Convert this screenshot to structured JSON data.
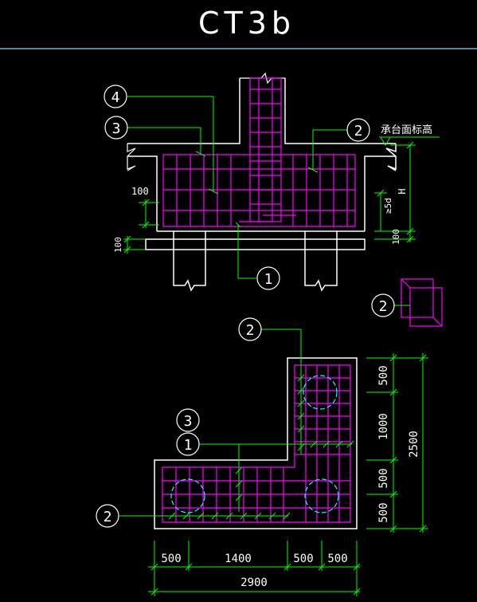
{
  "title": "CT3b",
  "colors": {
    "background": "#000000",
    "outline": "#ffffff",
    "rebar": "#ff00ff",
    "leader": "#00ff00",
    "pile": "#00ffff",
    "dimension": "#00ff00",
    "text": "#ffffff"
  },
  "section": {
    "callouts": [
      "4",
      "3",
      "2",
      "1"
    ],
    "elevation_label": "承台面标高",
    "h_label": "H",
    "anchor_label": "≥5d",
    "dim_100_left_top": "100",
    "dim_100_left_bottom": "100",
    "dim_100_right": "100"
  },
  "stirrup_callout": "2",
  "plan": {
    "callouts": [
      "2",
      "3",
      "1",
      "2"
    ],
    "dims_bottom": [
      "500",
      "1400",
      "500",
      "500"
    ],
    "dim_total_bottom": "2900",
    "dims_right": [
      "500",
      "1000",
      "500",
      "500"
    ],
    "dim_total_right": "2500"
  }
}
